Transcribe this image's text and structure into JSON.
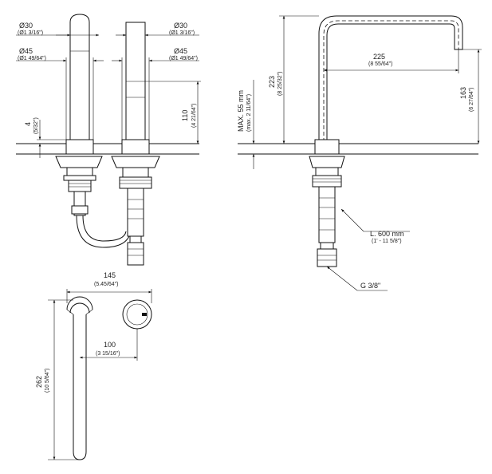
{
  "diagram": {
    "front_left": {
      "dia_top": "Ø30",
      "dia_top_in": "(Ø1 3/16\")",
      "dia_base": "Ø45",
      "dia_base_in": "(Ø1 49/64\")",
      "height": "4",
      "height_in": "(5/32\")"
    },
    "front_right": {
      "dia_top": "Ø30",
      "dia_top_in": "(Ø1 3/16\")",
      "dia_base": "Ø45",
      "dia_base_in": "(Ø1 49/64\")",
      "height": "110",
      "height_in": "(4 21/64\")"
    },
    "side": {
      "max_deck": "MAX. 55 mm",
      "max_deck_in": "(max. 2 11/64\")",
      "total_height": "223",
      "total_height_in": "(8 25/32\")",
      "reach": "225",
      "reach_in": "(8 55/64\")",
      "spout_height": "163",
      "spout_height_in": "(6 27/64\")",
      "hose_length": "L. 600 mm",
      "hose_length_in": "(1' - 11 5/8\")",
      "connection": "G 3/8\""
    },
    "plan": {
      "overall_width": "145",
      "overall_width_in": "(5.45/64\")",
      "centers": "100",
      "centers_in": "(3 15/16\")",
      "length": "262",
      "length_in": "(10 5/64\")"
    }
  }
}
